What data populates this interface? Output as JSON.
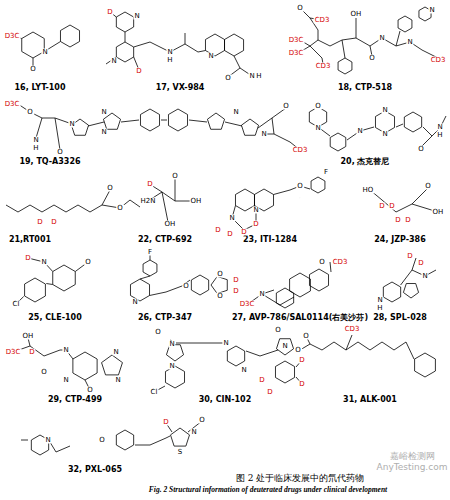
{
  "diagram": {
    "caption": "图 2 处于临床发展中的氘代药物",
    "labels": [
      "16, LYT-100",
      "D3C",
      "N",
      "O",
      "17, VX-984",
      "D",
      "N",
      "N",
      "D",
      "N",
      "H",
      "N",
      "O",
      "N",
      "H",
      "18, CTP-518",
      "O",
      "CD3",
      "D3C",
      "D3C",
      "CD3",
      "OH",
      "N",
      "N",
      "O",
      "CD3",
      "N",
      "19, TQ-A3326",
      "D3C",
      "O",
      "N",
      "H",
      "O",
      "N",
      "N",
      "N",
      "N",
      "O",
      "N",
      "CD3",
      "20, 杰克替尼",
      "O",
      "N",
      "N",
      "N",
      "N",
      "O",
      "N",
      "H",
      "21,RT001",
      "D",
      "D",
      "O",
      "O",
      "22, CTP-692",
      "D",
      "H2N",
      "OH",
      "O",
      "OH",
      "23, ITI-1284",
      "F",
      "O",
      "N",
      "N",
      "D",
      "D",
      "D",
      "D",
      "24, JZP-386",
      "HO",
      "D",
      "D",
      "D",
      "D",
      "O",
      "OH",
      "25, CLE-100",
      "D",
      "N",
      "O",
      "Cl",
      "26, CTP-347",
      "F",
      "N",
      "O",
      "O",
      "O",
      "D",
      "D",
      "27, AVP-786/SAL0114(右美沙芬)",
      "O",
      "CD3",
      "N",
      "D3C",
      "28, SPL-028",
      "D",
      "D",
      "N",
      "N",
      "H",
      "29, CTP-499",
      "OH",
      "D3C",
      "D",
      "O",
      "N",
      "N",
      "O",
      "N",
      "N",
      "30, CIN-102",
      "O",
      "N",
      "N",
      "Cl",
      "N",
      "N",
      "O",
      "N",
      "D",
      "D",
      "D",
      "D",
      "31, ALK-001",
      "O",
      "O",
      "CD3",
      "32, PXL-065",
      "N",
      "O",
      "D",
      "S",
      "N",
      "O",
      "Fig. 2 Structural information of deuterated drugs under clinical development",
      "嘉峪检测网",
      "AnyTesting.com"
    ]
  }
}
